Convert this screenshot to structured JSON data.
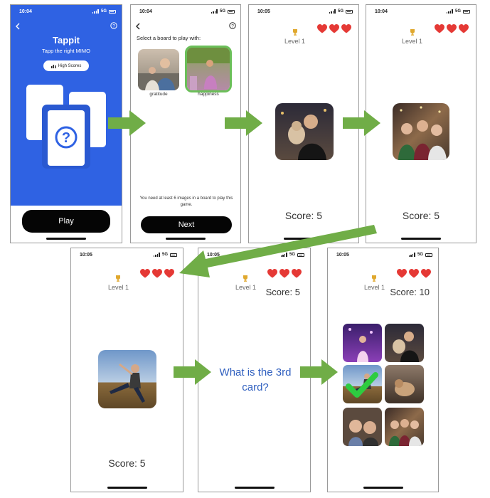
{
  "status": {
    "time_a": "10:04",
    "time_b": "10:05",
    "network": "5G"
  },
  "screen_home": {
    "title": "Tappit",
    "subtitle": "Tapp the right MIMO",
    "high_scores_label": "High Scores",
    "play_label": "Play"
  },
  "screen_select": {
    "prompt": "Select a board to play with:",
    "boards": [
      {
        "label": "gratitude",
        "selected": false
      },
      {
        "label": "happiness",
        "selected": true
      }
    ],
    "notice": "You need at least 6 images in a board to play this game.",
    "next_label": "Next"
  },
  "game": {
    "level_label": "Level 1",
    "score_5": "Score: 5",
    "score_10": "Score: 10",
    "question": "What is the 3rd card?",
    "lives": 3
  },
  "colors": {
    "brand_blue": "#2f62e3",
    "heart_red": "#e53935",
    "arrow_green": "#70ad47",
    "happiness_border": "#6bbf59",
    "question_blue": "#2f5fbf",
    "check_green": "#2ecc40"
  },
  "icons": {
    "back": "chevron-left-icon",
    "help": "help-circle-icon",
    "chart": "bar-chart-icon",
    "trophy": "trophy-icon",
    "heart": "heart-icon",
    "check": "checkmark-icon"
  }
}
